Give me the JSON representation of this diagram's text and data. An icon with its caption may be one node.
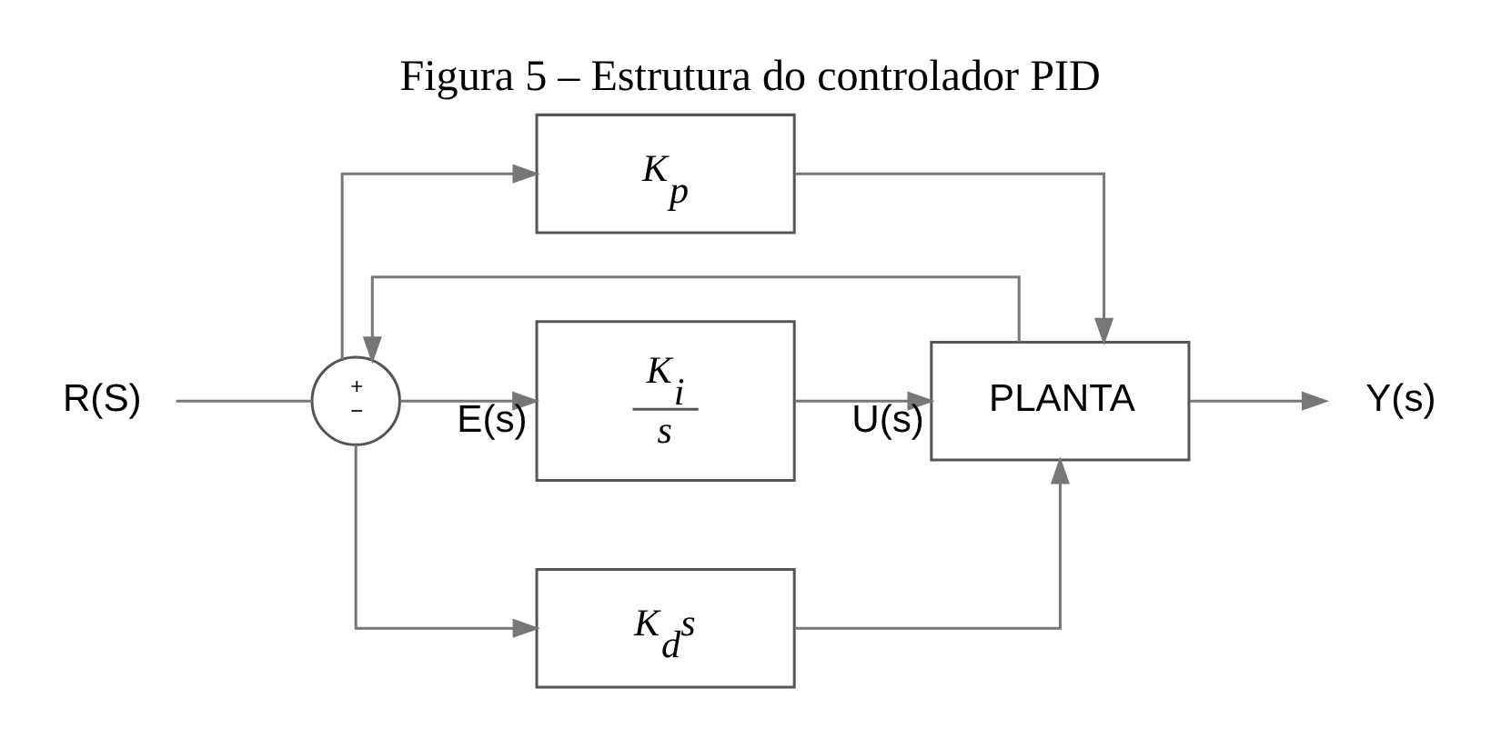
{
  "diagram": {
    "title": "Figura 5 – Estrutura do controlador PID",
    "nodes": [
      {
        "text": [
          "R(S)"
        ]
      },
      {
        "text": [
          "+",
          "−"
        ]
      },
      {
        "text": [
          "K$_{p}$"
        ]
      },
      {
        "text": [
          "K$_{i}$",
          "s"
        ]
      },
      {
        "text": [
          "K$_{d}$s"
        ]
      },
      {
        "text": [
          "PLANTA"
        ]
      },
      {
        "text": [
          "Y(s)"
        ]
      }
    ],
    "edges": [
      {
        "from": 0,
        "to": 1,
        "arrow": "none"
      },
      {
        "from": 1,
        "to": 2,
        "arrow": "to"
      },
      {
        "from": 1,
        "to": 3,
        "arrow": "to",
        "label": "E(s)"
      },
      {
        "from": 1,
        "to": 4,
        "arrow": "to"
      },
      {
        "from": 2,
        "to": 5,
        "arrow": "to"
      },
      {
        "from": 3,
        "to": 5,
        "arrow": "to",
        "label": "U(s)"
      },
      {
        "from": 4,
        "to": 5,
        "arrow": "to"
      },
      {
        "from": 5,
        "to": 6,
        "arrow": "to"
      },
      {
        "from": 5,
        "to": 1,
        "arrow": "to"
      }
    ]
  }
}
